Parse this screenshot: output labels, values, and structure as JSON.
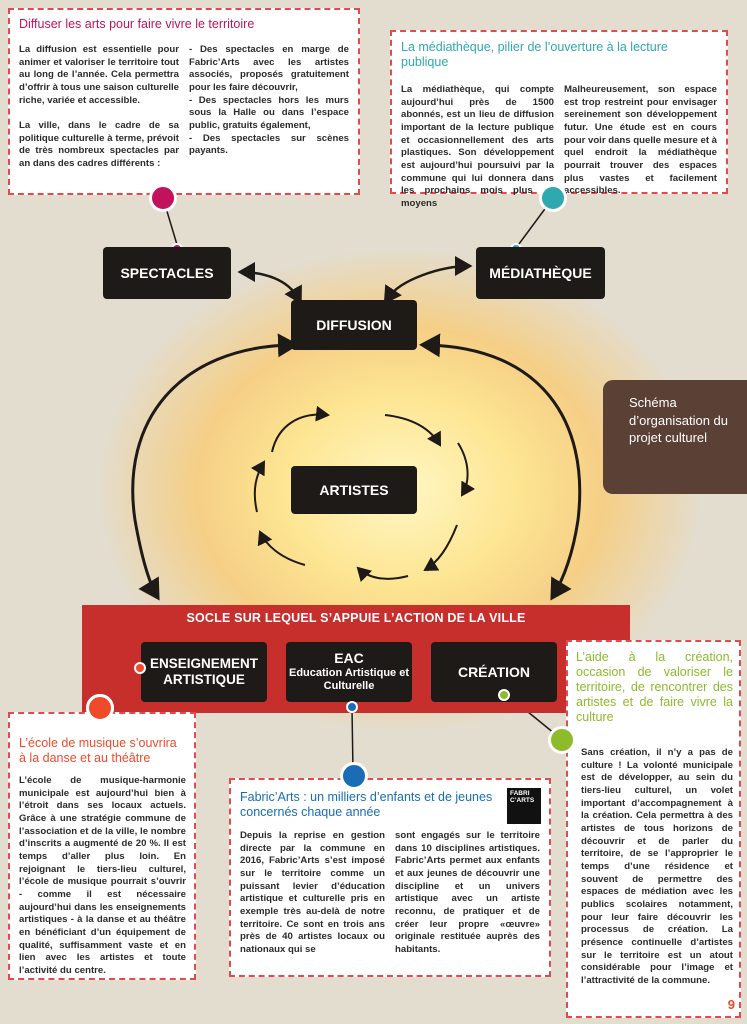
{
  "colors": {
    "red_band": "#c62f2c",
    "pink_accent": "#c2125e",
    "teal_accent": "#2fa8b0",
    "orange_accent": "#ef4b2a",
    "green_accent": "#8cbb2c",
    "blue_accent": "#1a6db5",
    "dark_box": "#1e1a18",
    "brown_box": "#5b4036"
  },
  "spectacles_card": {
    "title": "Diffuser les arts pour faire vivre le territoire",
    "col1": "La diffusion est essentielle pour animer et valoriser le territoire tout au long de l’année. Cela permettra d’offrir à tous une saison culturelle riche, variée et accessible.\n\nLa ville, dans le cadre de sa politique culturelle à terme, prévoit de très nombreux spectacles par an dans des cadres différents :",
    "col2": "- Des spectacles en marge de Fabric’Arts avec les artistes associés, proposés gratuitement pour les faire découvrir,\n- Des spectacles hors les murs sous la Halle ou dans l’espace public, gratuits également,\n- Des spectacles sur scènes payants."
  },
  "mediatheque_card": {
    "title": "La médiathèque, pilier de l’ouverture à la lecture publique",
    "col1": "La médiathèque, qui compte aujourd’hui près de 1500 abonnés, est un lieu de diffusion important de la lecture publique et occasionnellement des arts plastiques. Son développement est aujourd’hui poursuivi par la commune qui lui donnera dans les prochains mois plus de moyens",
    "col2": "Malheureusement, son espace est trop restreint pour envisager sereinement son développement futur. Une étude est en cours pour voir dans quelle mesure et à quel endroit la médiathèque pourrait trouver des espaces plus vastes et facilement accessibles."
  },
  "diagram": {
    "spectacles": "SPECTACLES",
    "mediatheque": "MÉDIATHÈQUE",
    "diffusion": "DIFFUSION",
    "artistes": "ARTISTES",
    "socle_title": "SOCLE SUR LEQUEL S’APPUIE L’ACTION DE LA VILLE",
    "enseignement": "ENSEIGNEMENT ARTISTIQUE",
    "eac_short": "EAC",
    "eac_long": "Education Artistique et Culturelle",
    "creation": "CRÉATION"
  },
  "schema_box": {
    "text": "Schéma d’organisation du projet culturel"
  },
  "ecole_card": {
    "title": "L’école de musique s’ouvrira à la danse et au théâtre",
    "body": "L’école de musique-harmonie municipale est aujourd’hui bien à l’étroit dans ses locaux actuels. Grâce à une stratégie commune de l’association et de la ville, le nombre d’inscrits a augmenté de 20 %. Il est temps d’aller plus loin. En rejoignant le tiers-lieu culturel, l’école de musique pourrait s’ouvrir - comme il est nécessaire aujourd’hui dans les enseignements artistiques - à la danse et au théâtre en bénéficiant d’un équipement de qualité, suffisamment vaste et en lien avec les artistes et toute l’activité du centre."
  },
  "fabric_card": {
    "title": "Fabric’Arts : un milliers d’enfants et de jeunes concernés chaque année",
    "col1": "Depuis la reprise en gestion directe par la commune en 2016, Fabric’Arts s’est imposé sur le territoire comme un puissant levier d’éducation artistique et culturelle pris en exemple très au-delà de notre territoire. Ce sont en trois ans près de 40 artistes locaux ou nationaux qui se",
    "col2": "sont engagés sur le territoire dans 10 disciplines artistiques. Fabric’Arts permet aux enfants et aux jeunes de découvrir une discipline et un univers artistique avec un artiste reconnu, de pratiquer et de créer leur propre «œuvre» originale restituée auprès des habitants.",
    "logo_text": "FABRIC’ARTS"
  },
  "creation_card": {
    "title": "L’aide à la création, occasion de valoriser le territoire, de rencontrer des artistes et de faire vivre la culture",
    "body": "Sans création, il n’y a pas de culture ! La volonté municipale est de développer, au sein du tiers-lieu culturel, un volet important d’accompagnement à la création. Cela permettra à des artistes de tous horizons de découvrir et de parler du territoire, de se l’approprier le temps d’une résidence et souvent de permettre des espaces de médiation avec les publics scolaires notamment, pour leur faire découvrir les processus de création. La présence continuelle d’artistes sur le territoire est un atout considérable pour l’image et l’attractivité de la commune."
  },
  "page_number": "9"
}
